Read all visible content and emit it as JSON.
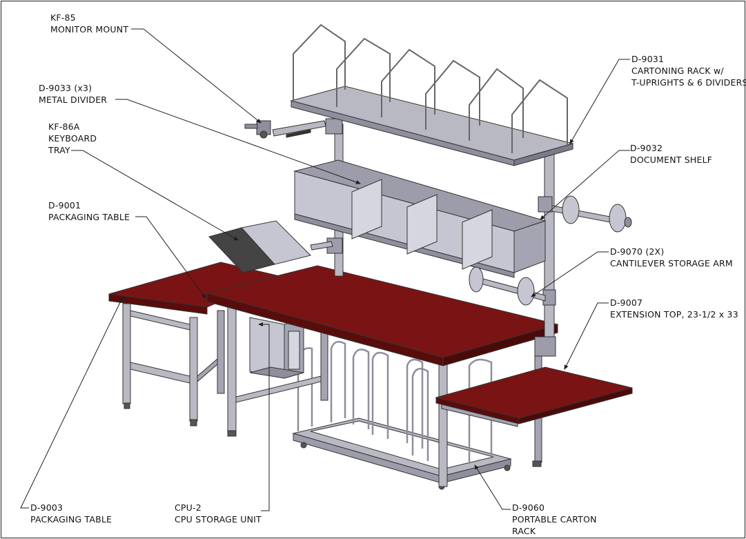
{
  "colors": {
    "line": "#1e1e1e",
    "tabletop": "#7a1414",
    "tabletop_edge": "#5a0c0c",
    "metal": "#b9b9c4",
    "metal_dark": "#8e8e9c",
    "panel": "#c6c6d2"
  },
  "callouts": [
    {
      "id": "monitor-mount",
      "lines": [
        "KF-85",
        "MONITOR MOUNT"
      ]
    },
    {
      "id": "metal-divider",
      "lines": [
        "D-9033 (x3)",
        "METAL DIVIDER"
      ]
    },
    {
      "id": "keyboard-tray",
      "lines": [
        "KF-86A",
        "KEYBOARD",
        "TRAY"
      ]
    },
    {
      "id": "packaging-table-d9001",
      "lines": [
        "D-9001",
        "PACKAGING TABLE"
      ]
    },
    {
      "id": "cartoning-rack",
      "lines": [
        "D-9031",
        "CARTONING RACK w/",
        "T-UPRIGHTS & 6 DIVIDERS"
      ]
    },
    {
      "id": "document-shelf",
      "lines": [
        "D-9032",
        "DOCUMENT SHELF"
      ]
    },
    {
      "id": "cantilever-storage-arm",
      "lines": [
        "D-9070 (2X)",
        "CANTILEVER STORAGE ARM"
      ]
    },
    {
      "id": "extension-top",
      "lines": [
        "D-9007",
        "EXTENSION TOP, 23-1/2 x 33"
      ]
    },
    {
      "id": "packaging-table-d9003",
      "lines": [
        "D-9003",
        "PACKAGING TABLE"
      ]
    },
    {
      "id": "cpu-storage-unit",
      "lines": [
        "CPU-2",
        "CPU STORAGE UNIT"
      ]
    },
    {
      "id": "portable-carton-rack",
      "lines": [
        "D-9060",
        "PORTABLE CARTON",
        "RACK"
      ]
    }
  ]
}
